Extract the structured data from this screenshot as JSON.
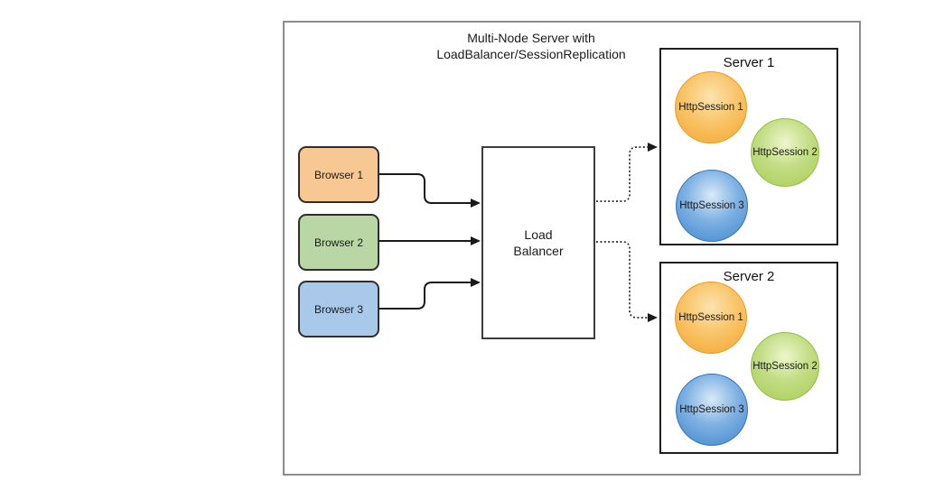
{
  "diagram": {
    "title_line1": "Multi-Node Server with",
    "title_line2": "LoadBalancer/SessionReplication",
    "browsers": [
      {
        "label": "Browser 1",
        "fill": "#f7c893"
      },
      {
        "label": "Browser 2",
        "fill": "#b9d7a4"
      },
      {
        "label": "Browser 3",
        "fill": "#a9c9ea"
      }
    ],
    "load_balancer": {
      "line1": "Load",
      "line2": "Balancer"
    },
    "servers": [
      {
        "title": "Server 1",
        "sessions": [
          {
            "label": "HttpSession 1",
            "color": "#f4a62f"
          },
          {
            "label": "HttpSession 2",
            "color": "#a8cd55"
          },
          {
            "label": "HttpSession 3",
            "color": "#3f86ce"
          }
        ]
      },
      {
        "title": "Server 2",
        "sessions": [
          {
            "label": "HttpSession 1",
            "color": "#f4a62f"
          },
          {
            "label": "HttpSession 2",
            "color": "#a8cd55"
          },
          {
            "label": "HttpSession 3",
            "color": "#3f86ce"
          }
        ]
      }
    ],
    "connector_colors": {
      "solid_arrow": "#1a1a1a",
      "dotted_arrow": "#2a2a2a"
    }
  }
}
